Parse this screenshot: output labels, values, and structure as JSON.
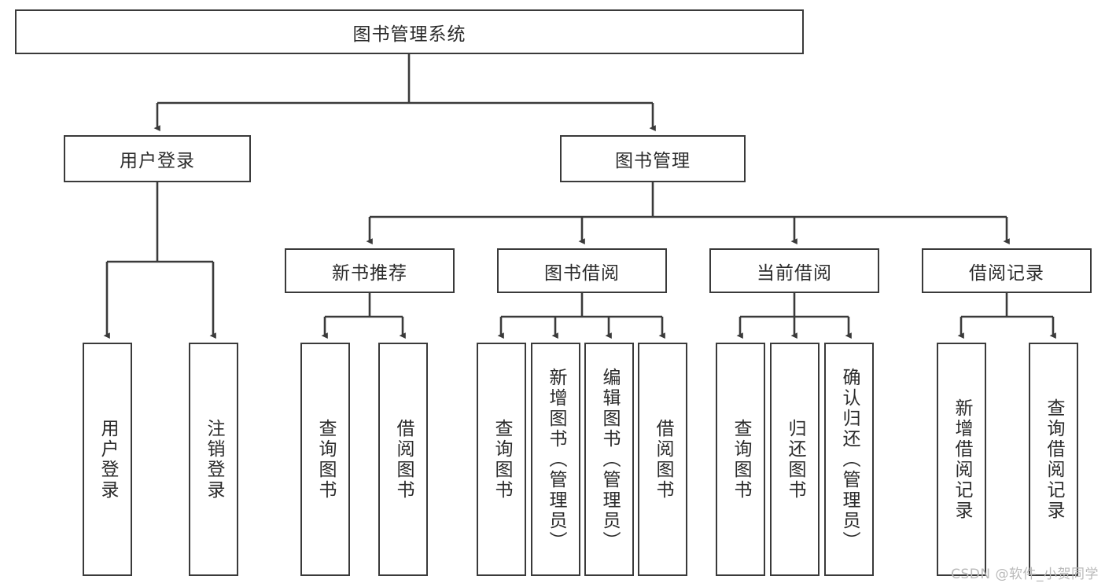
{
  "diagram": {
    "type": "tree-hierarchy",
    "title": "图书管理系统",
    "root": {
      "id": "root",
      "label": "图书管理系统",
      "orientation": "horizontal"
    },
    "level1": [
      {
        "id": "user-login",
        "label": "用户登录",
        "orientation": "horizontal"
      },
      {
        "id": "book-manage",
        "label": "图书管理",
        "orientation": "horizontal"
      }
    ],
    "level2": [
      {
        "id": "new-book-recommend",
        "label": "新书推荐",
        "orientation": "horizontal",
        "parent": "book-manage"
      },
      {
        "id": "book-borrow",
        "label": "图书借阅",
        "orientation": "horizontal",
        "parent": "book-manage"
      },
      {
        "id": "current-borrow",
        "label": "当前借阅",
        "orientation": "horizontal",
        "parent": "book-manage"
      },
      {
        "id": "borrow-record",
        "label": "借阅记录",
        "orientation": "horizontal",
        "parent": "book-manage"
      }
    ],
    "leaves": [
      {
        "id": "leaf-user-login",
        "label": "用户登录",
        "parent": "user-login"
      },
      {
        "id": "leaf-user-logout",
        "label": "注销登录",
        "parent": "user-login"
      },
      {
        "id": "leaf-query-book-1",
        "label": "查询图书",
        "parent": "new-book-recommend"
      },
      {
        "id": "leaf-borrow-book-1",
        "label": "借阅图书",
        "parent": "new-book-recommend"
      },
      {
        "id": "leaf-query-book-2",
        "label": "查询图书",
        "parent": "book-borrow"
      },
      {
        "id": "leaf-add-book",
        "label": "新增图书（管理员）",
        "parent": "book-borrow"
      },
      {
        "id": "leaf-edit-book",
        "label": "编辑图书（管理员）",
        "parent": "book-borrow"
      },
      {
        "id": "leaf-borrow-book-2",
        "label": "借阅图书",
        "parent": "book-borrow"
      },
      {
        "id": "leaf-query-book-3",
        "label": "查询图书",
        "parent": "current-borrow"
      },
      {
        "id": "leaf-return-book",
        "label": "归还图书",
        "parent": "current-borrow"
      },
      {
        "id": "leaf-confirm-return",
        "label": "确认归还（管理员）",
        "parent": "current-borrow"
      },
      {
        "id": "leaf-add-record",
        "label": "新增借阅记录",
        "parent": "borrow-record"
      },
      {
        "id": "leaf-query-record",
        "label": "查询借阅记录",
        "parent": "borrow-record"
      }
    ],
    "colors": {
      "background": "#ffffff",
      "box_border": "#3a3a3a",
      "box_fill": "#ffffff",
      "text": "#2b2b2b",
      "connector": "#3a3a3a",
      "watermark": "#b9b9b9"
    }
  },
  "watermark": {
    "text": "CSDN @软件_小贺同学"
  }
}
